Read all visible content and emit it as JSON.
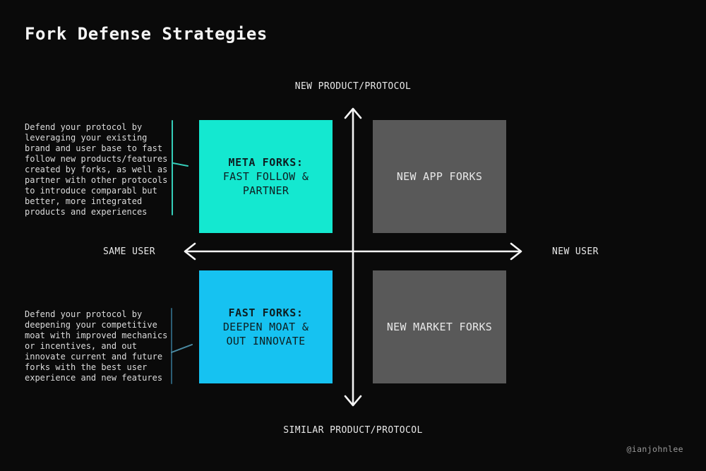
{
  "page": {
    "title": "Fork Defense Strategies",
    "credit": "@ianjohnlee",
    "background": "#0a0a0a"
  },
  "axes": {
    "top_label": "NEW PRODUCT/PROTOCOL",
    "bottom_label": "SIMILAR PRODUCT/PROTOCOL",
    "left_label": "SAME USER",
    "right_label": "NEW USER",
    "arrow_color": "#f5f5f5"
  },
  "quadrants": {
    "top_left": {
      "heading": "META FORKS:",
      "lines": "FAST FOLLOW &\nPARTNER",
      "bg": "#14e8d0",
      "fg": "#0d1f22"
    },
    "top_right": {
      "label": "NEW APP FORKS",
      "bg": "#595959",
      "fg": "#e8e8e8"
    },
    "bottom_left": {
      "heading": "FAST FORKS:",
      "lines": "DEEPEN MOAT &\nOUT INNOVATE",
      "bg": "#16c2f1",
      "fg": "#0d1f22"
    },
    "bottom_right": {
      "label": "NEW MARKET FORKS",
      "bg": "#595959",
      "fg": "#e8e8e8"
    }
  },
  "annotations": {
    "top": {
      "text": "Defend your protocol by\nleveraging your existing\nbrand and user base to fast\nfollow new products/features\ncreated by forks, as well as\npartner with other protocols\nto introduce comparabl but\nbetter, more integrated\nproducts and experiences",
      "accent": "#35cdb9"
    },
    "bottom": {
      "text": "Defend your protocol by\ndeepening your competitive\nmoat with improved mechanics\nor incentives, and out\ninnovate current and future\nforks with the best user\nexperience and new features",
      "accent": "#3f82a0"
    }
  }
}
